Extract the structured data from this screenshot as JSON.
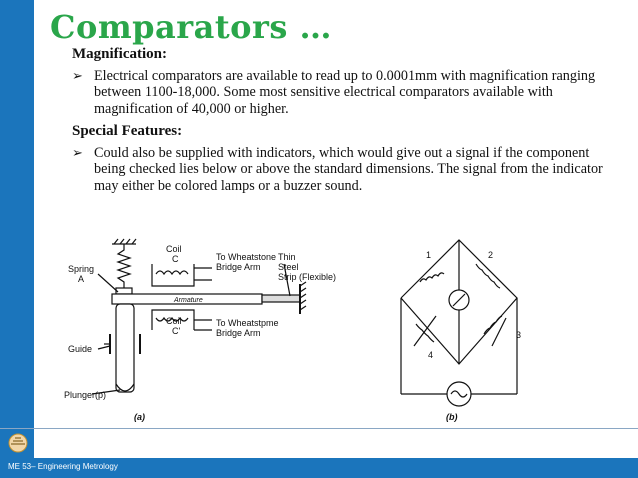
{
  "slide": {
    "title": "Comparators …",
    "sections": [
      {
        "heading": "Magnification:",
        "bullet": "Electrical comparators are available to read up to 0.0001mm with magnification ranging between 1100-18,000. Some most sensitive electrical comparators available with magnification of 40,000 or higher."
      },
      {
        "heading": "Special Features:",
        "bullet": "Could also be supplied with indicators, which would give out a signal if the component being checked lies below or above the standard dimensions. The signal from the indicator may either be colored lamps or a buzzer sound."
      }
    ],
    "bullet_glyph": "➢"
  },
  "figure": {
    "a": {
      "spring": "Spring",
      "spring_sub": "A",
      "coil_top": "Coil",
      "coil_top_sub": "C",
      "coil_bottom": "Coil",
      "coil_bottom_sub": "C'",
      "to_top_1": "To Wheatstone",
      "to_top_2": "Bridge Arm",
      "to_bottom_1": "To Wheatstpme",
      "to_bottom_2": "Bridge Arm",
      "thin": "Thin",
      "steel": "Steel",
      "strip": "Strip (Flexible)",
      "armature": "Armature",
      "guide": "Guide",
      "plunger": "Plunger(p)",
      "caption": "(a)"
    },
    "b": {
      "n1": "1",
      "n2": "2",
      "n3": "3",
      "n4": "4",
      "caption": "(b)"
    }
  },
  "footer": {
    "text": "ME 53– Engineering Metrology"
  },
  "colors": {
    "blue_bar": "#1b75bc",
    "title_green": "#2aa64a"
  }
}
